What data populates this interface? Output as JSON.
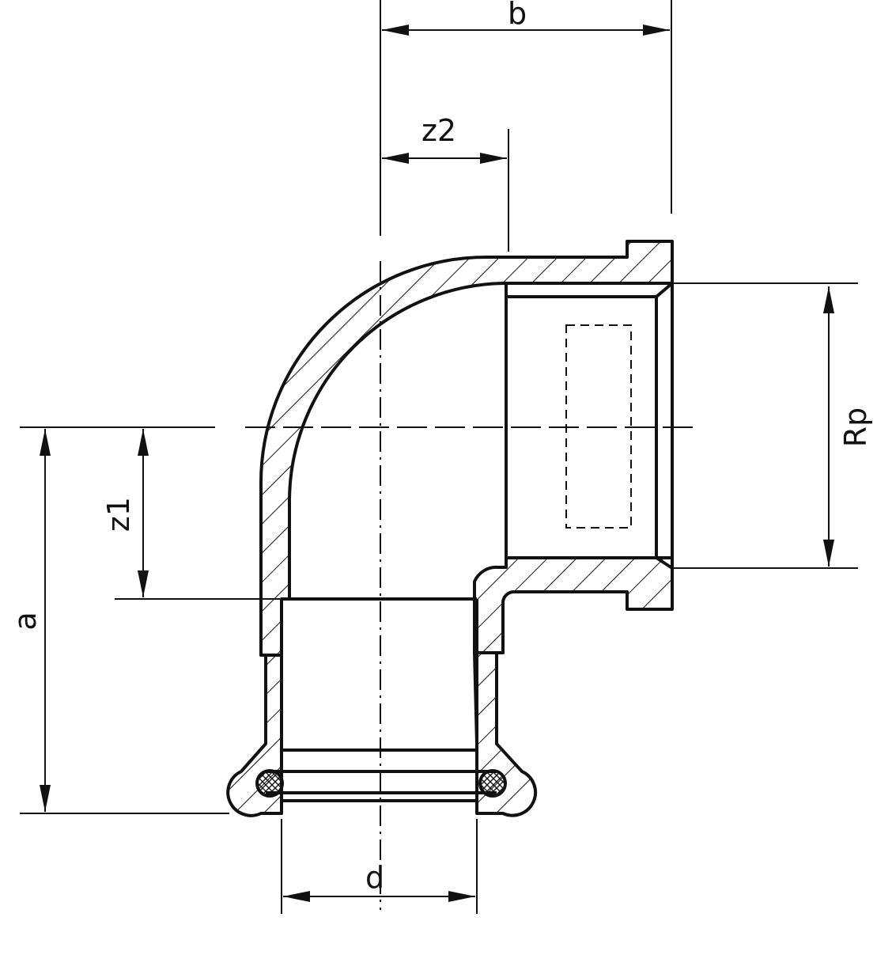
{
  "labels": {
    "b": "b",
    "z2": "z2",
    "rp": "Rp",
    "z1": "z1",
    "a": "a",
    "d": "d"
  },
  "colors": {
    "stroke": "#111111",
    "background": "#ffffff"
  }
}
